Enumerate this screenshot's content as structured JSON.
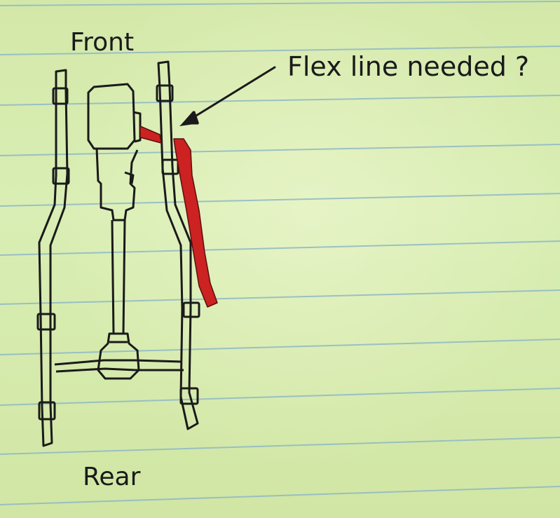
{
  "labels": {
    "front": "Front",
    "rear": "Rear",
    "annotation": "Flex line needed ?"
  },
  "colors": {
    "paper": "#d6ebad",
    "rule_line": "#8fb8c6",
    "ink": "#1a1a1a",
    "highlight": "#cc2222"
  },
  "icons": {
    "pointer": "arrow-icon"
  }
}
